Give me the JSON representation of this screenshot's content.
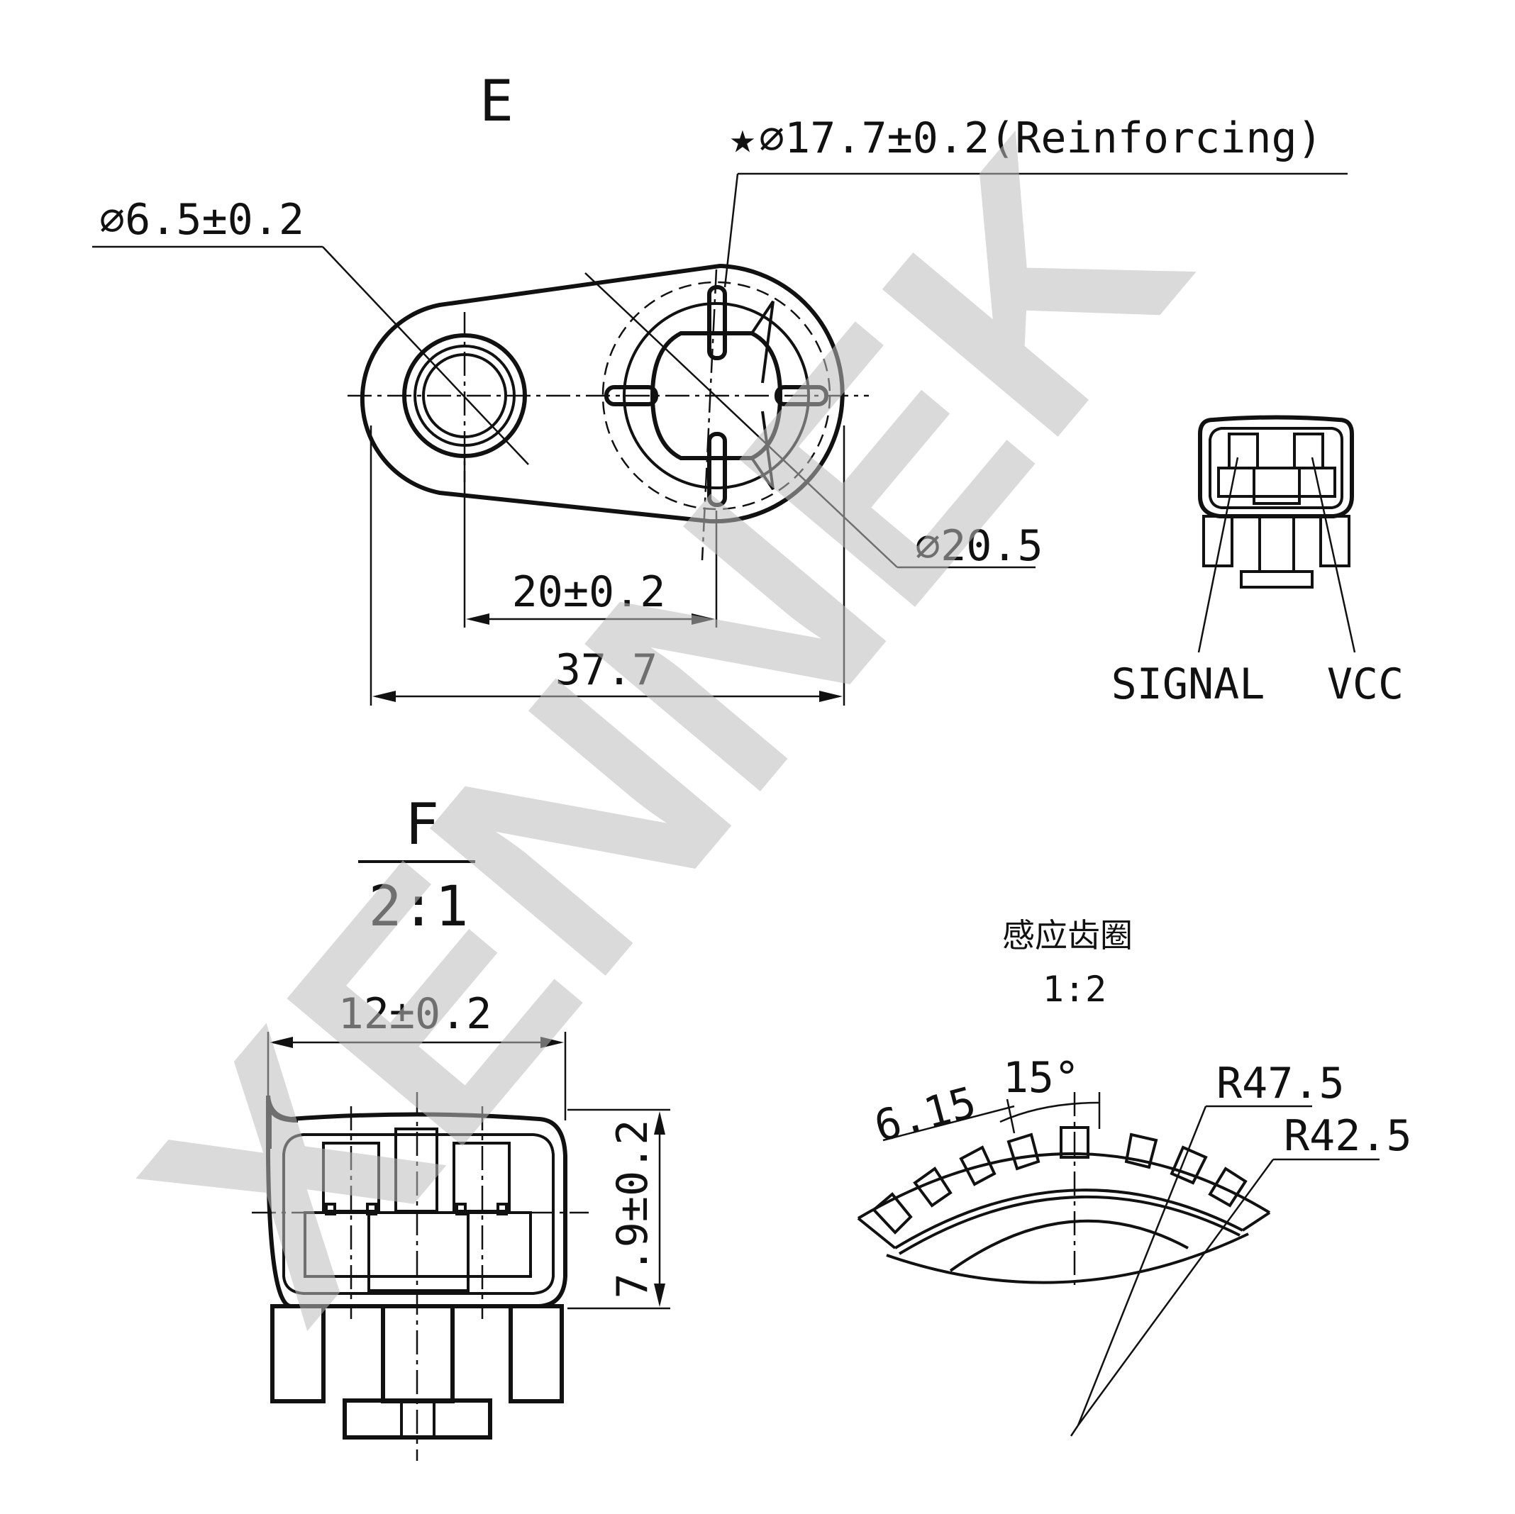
{
  "views": {
    "e": {
      "label": "E"
    },
    "f": {
      "label": "F",
      "scale": "2:1"
    },
    "tone_ring": {
      "title": "感应齿圈",
      "scale": "1:2"
    }
  },
  "dimensions": {
    "hole_dia": "⌀6.5±0.2",
    "reinforcing_dia": "⌀17.7±0.2(Reinforcing)",
    "outer_dia": "⌀20.5",
    "center_distance": "20±0.2",
    "overall_length": "37.7",
    "connector_width": "12±0.2",
    "connector_height": "7.9±0.2",
    "tooth_pitch": "6.15",
    "tooth_angle": "15°",
    "outer_radius": "R47.5",
    "inner_radius": "R42.5"
  },
  "pins": {
    "signal": "SIGNAL",
    "vcc": "VCC"
  },
  "watermark": {
    "text": "XENNEK"
  },
  "colors": {
    "line": "#111111",
    "watermark": "#bdbdbd"
  }
}
